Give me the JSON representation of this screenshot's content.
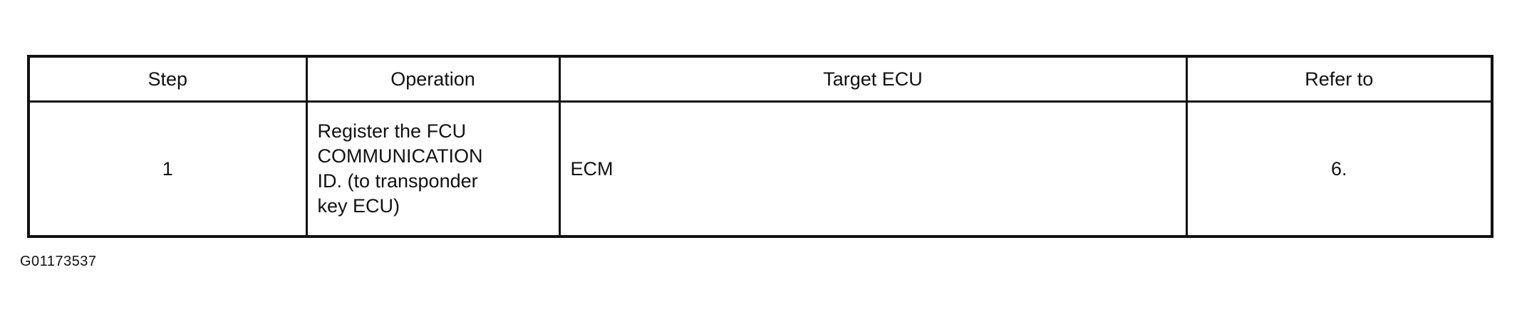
{
  "table": {
    "headers": [
      "Step",
      "Operation",
      "Target ECU",
      "Refer to"
    ],
    "rows": [
      {
        "step": "1",
        "operation": "Register the FCU\nCOMMUNICATION\nID. (to transponder\nkey ECU)",
        "target_ecu": "ECM",
        "refer_to": "6."
      }
    ]
  },
  "figure_code": "G01173537"
}
